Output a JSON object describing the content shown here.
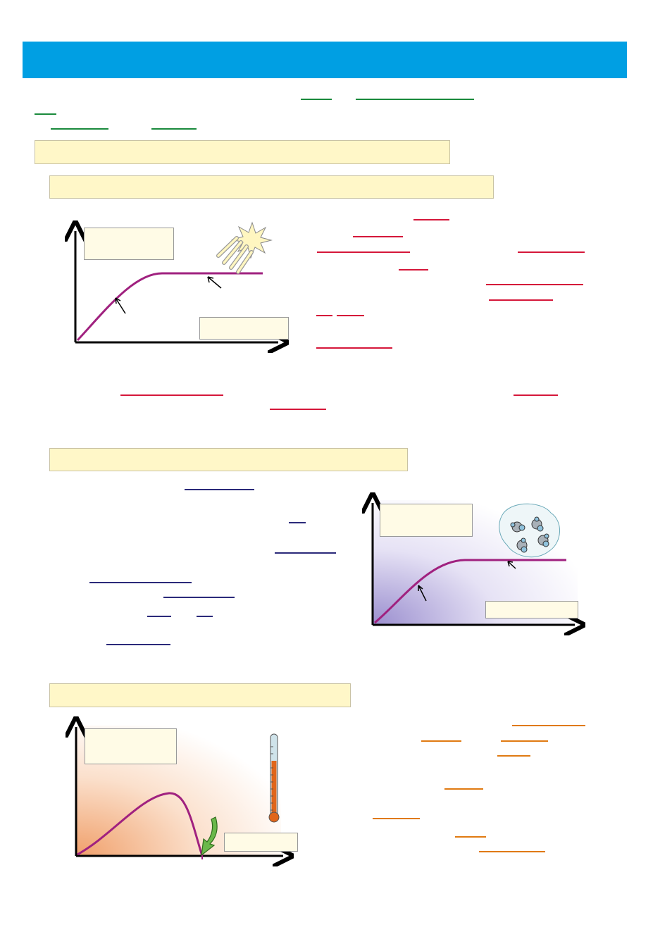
{
  "banner": {
    "color": "#009fe3"
  },
  "colors": {
    "curve": "#a0217f",
    "green_blank": "#1a8a3c",
    "red_blank": "#d5173a",
    "blue_blank": "#2b2a7a",
    "orange_blank": "#e07a12",
    "section_box": "#fff7c8",
    "temp_gradient": "#f0a06b",
    "conc_gradient": "#9b8fcf"
  },
  "sections": [
    {
      "id": "main-heading",
      "text": ""
    },
    {
      "id": "light-intensity",
      "text": ""
    },
    {
      "id": "co2-concentration",
      "text": ""
    },
    {
      "id": "temperature",
      "text": ""
    }
  ],
  "graphs": [
    {
      "id": "light-graph",
      "icon": "sun-icon",
      "shape": "saturating",
      "y_label": "",
      "x_label": ""
    },
    {
      "id": "co2-graph",
      "icon": "molecules-icon",
      "shape": "saturating",
      "y_label": "",
      "x_label": ""
    },
    {
      "id": "temp-graph",
      "icon": "thermometer-icon",
      "shape": "peak-then-drop",
      "y_label": "",
      "x_label": ""
    }
  ]
}
